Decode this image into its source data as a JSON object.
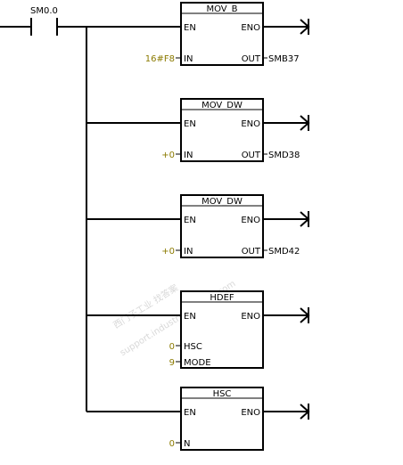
{
  "contact": {
    "label": "SM0.0"
  },
  "watermark": {
    "line1": "西门子工业 找答案",
    "line2": "support.industry.siemens.com"
  },
  "blocks": [
    {
      "title": "MOV_B",
      "en": "EN",
      "eno": "ENO",
      "inputs": [
        {
          "pin": "IN",
          "value": "16#F8"
        }
      ],
      "outputs": [
        {
          "pin": "OUT",
          "target": "SMB37"
        }
      ]
    },
    {
      "title": "MOV_DW",
      "en": "EN",
      "eno": "ENO",
      "inputs": [
        {
          "pin": "IN",
          "value": "+0"
        }
      ],
      "outputs": [
        {
          "pin": "OUT",
          "target": "SMD38"
        }
      ]
    },
    {
      "title": "MOV_DW",
      "en": "EN",
      "eno": "ENO",
      "inputs": [
        {
          "pin": "IN",
          "value": "+0"
        }
      ],
      "outputs": [
        {
          "pin": "OUT",
          "target": "SMD42"
        }
      ]
    },
    {
      "title": "HDEF",
      "en": "EN",
      "eno": "ENO",
      "inputs": [
        {
          "pin": "HSC",
          "value": "0"
        },
        {
          "pin": "MODE",
          "value": "9"
        }
      ],
      "outputs": []
    },
    {
      "title": "HSC",
      "en": "EN",
      "eno": "ENO",
      "inputs": [
        {
          "pin": "N",
          "value": "0"
        }
      ],
      "outputs": []
    }
  ]
}
